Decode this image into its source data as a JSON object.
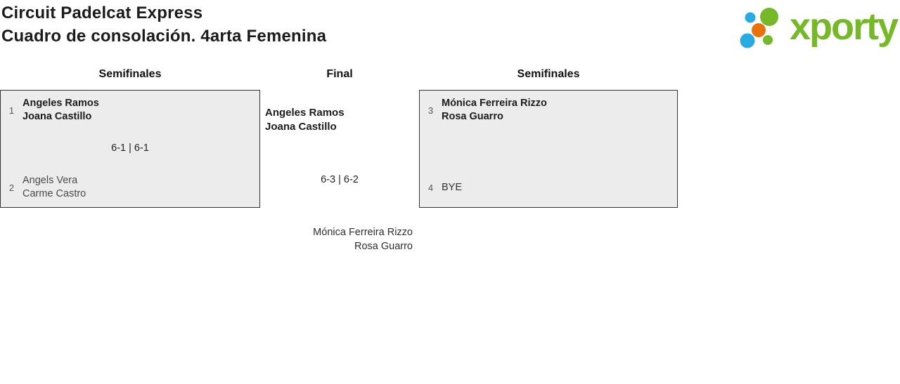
{
  "header": {
    "title_line1": "Circuit Padelcat Express",
    "title_line2": "Cuadro de consolación. 4arta Femenina"
  },
  "logo": {
    "text": "xporty",
    "colors": {
      "green": "#76b82a",
      "blue": "#29abe2",
      "orange": "#e8730e"
    }
  },
  "theme": {
    "box_background": "#ececec",
    "box_border": "#333333",
    "text_primary": "#1b1b1b",
    "text_secondary": "#4a4a4a"
  },
  "bracket": {
    "round_headers": {
      "left": "Semifinales",
      "middle": "Final",
      "right": "Semifinales"
    },
    "semifinal_left": {
      "team1": {
        "seed": "1",
        "player1": "Angeles Ramos",
        "player2": "Joana Castillo",
        "winner": true
      },
      "score": "6-1 | 6-1",
      "team2": {
        "seed": "2",
        "player1": "Angels Vera",
        "player2": "Carme Castro",
        "winner": false
      }
    },
    "semifinal_right": {
      "team1": {
        "seed": "3",
        "player1": "Mónica Ferreira Rizzo",
        "player2": "Rosa Guarro",
        "winner": true
      },
      "score": "",
      "team2": {
        "seed": "4",
        "player1": "BYE",
        "winner": false
      }
    },
    "final": {
      "team1": {
        "player1": "Angeles Ramos",
        "player2": "Joana Castillo"
      },
      "score": "6-3 | 6-2",
      "team2": {
        "player1": "Mónica Ferreira Rizzo",
        "player2": "Rosa Guarro"
      }
    }
  }
}
